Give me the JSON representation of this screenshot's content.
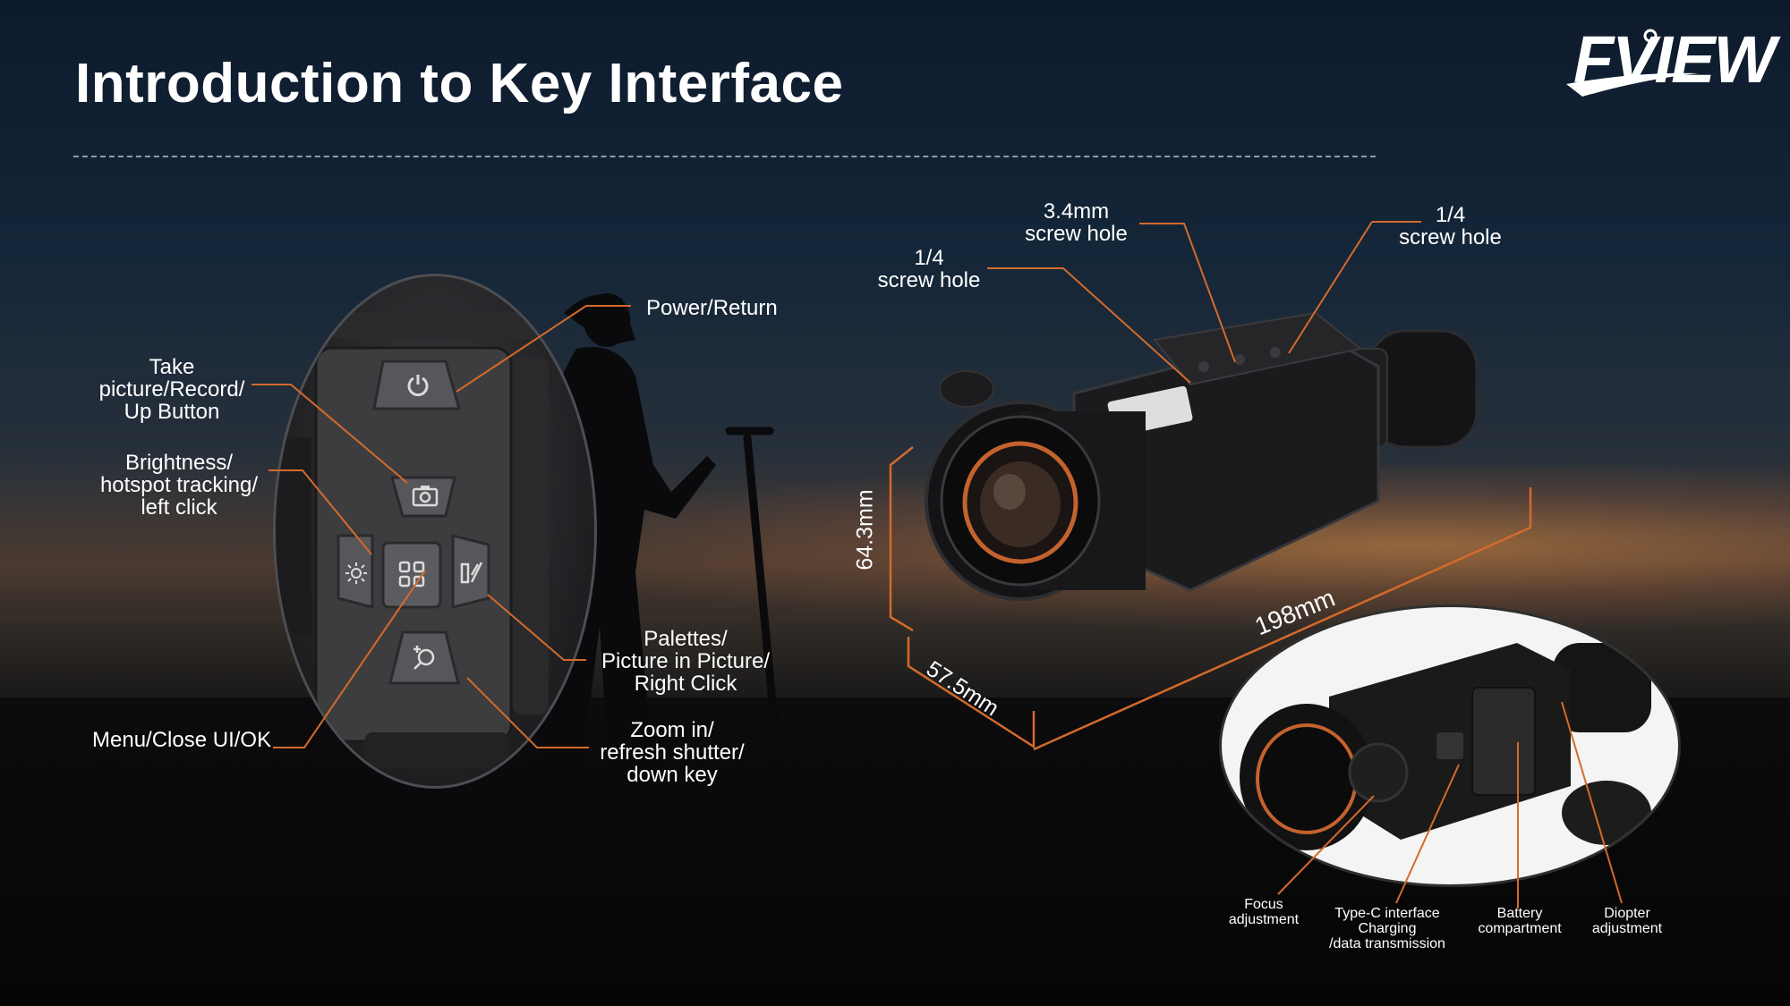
{
  "title": "Introduction to Key Interface",
  "logo_text": "FVIEW",
  "colors": {
    "leader_line": "#d46a2b",
    "text": "#ffffff"
  },
  "button_labels": {
    "power": "Power/Return",
    "take_picture": "Take picture/Record/\nUp Button",
    "brightness": "Brightness/\nhotspot tracking/\nleft click",
    "palettes": "Palettes/\nPicture in Picture/\nRight Click",
    "menu": "Menu/Close UI/OK",
    "zoom": "Zoom in/\nrefresh shutter/\ndown key"
  },
  "button_icons": [
    "power-icon",
    "camera-icon",
    "sun-icon",
    "grid-icon",
    "palette-icon",
    "zoom-icon"
  ],
  "device_labels": {
    "screw_14_left": "1/4\nscrew hole",
    "screw_34mm": "3.4mm\nscrew hole",
    "screw_14_right": "1/4\nscrew hole"
  },
  "dimensions": {
    "height": "64.3mm",
    "width": "57.5mm",
    "length": "198mm"
  },
  "photo_labels": {
    "focus": "Focus\nadjustment",
    "typec": "Type-C interface\nCharging\n/data transmission",
    "battery": "Battery\ncompartment",
    "diopter": "Diopter\nadjustment"
  }
}
